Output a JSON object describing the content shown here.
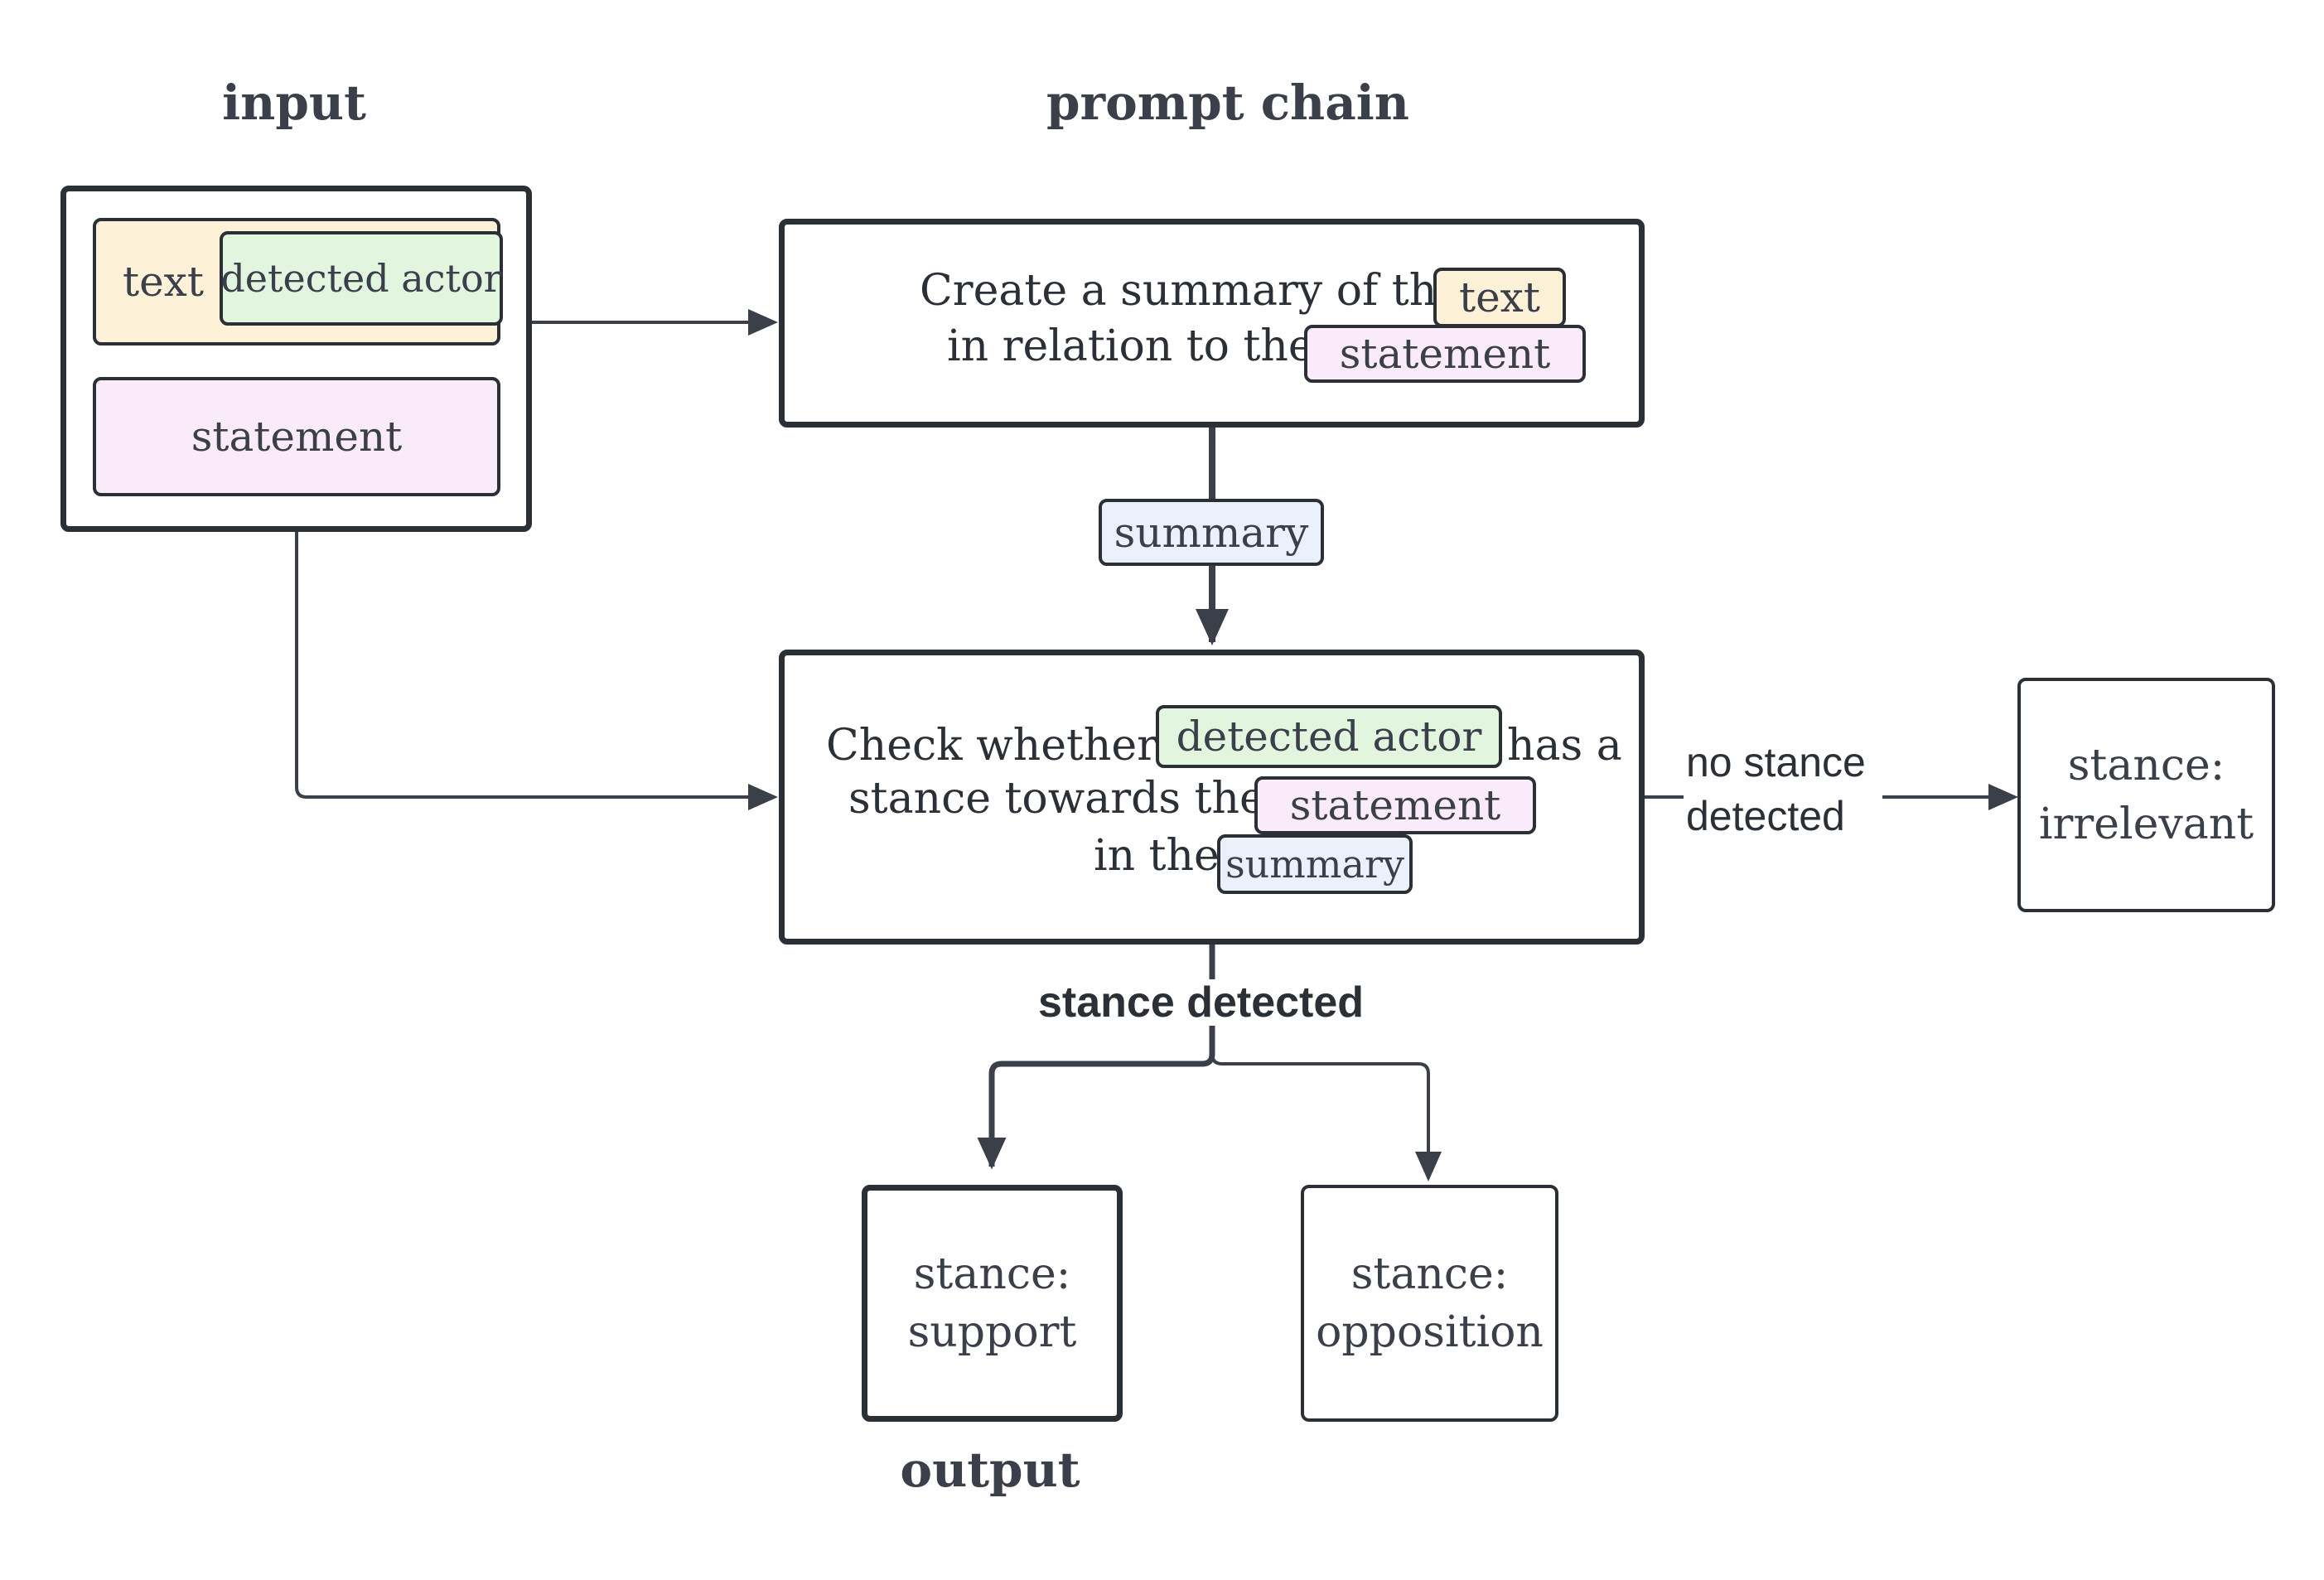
{
  "headings": {
    "input": "input",
    "prompt_chain": "prompt chain",
    "output": "output"
  },
  "input_box": {
    "text_chip": "text",
    "actor_chip": "detected actor",
    "statement_chip": "statement"
  },
  "step1": {
    "line1": "Create a summary of the",
    "line2": "in relation to the",
    "text_chip": "text",
    "statement_chip": "statement"
  },
  "summary_chip": "summary",
  "step2": {
    "line1a": "Check whether",
    "line1b": "has a",
    "line2": "stance towards the",
    "line3": "in the",
    "actor_chip": "detected actor",
    "statement_chip": "statement",
    "summary_chip": "summary"
  },
  "edges": {
    "no_stance": "no stance\ndetected",
    "stance_detected": "stance detected"
  },
  "results": {
    "irrelevant": {
      "line1": "stance:",
      "line2": "irrelevant"
    },
    "support": {
      "line1": "stance:",
      "line2": "support"
    },
    "opposition": {
      "line1": "stance:",
      "line2": "opposition"
    }
  },
  "colors": {
    "text_chip": "#fdf1d8",
    "actor_chip": "#e2f5df",
    "statement_chip": "#f9ebf9",
    "summary_chip": "#ebf1fb",
    "stroke": "#2b2f36"
  }
}
